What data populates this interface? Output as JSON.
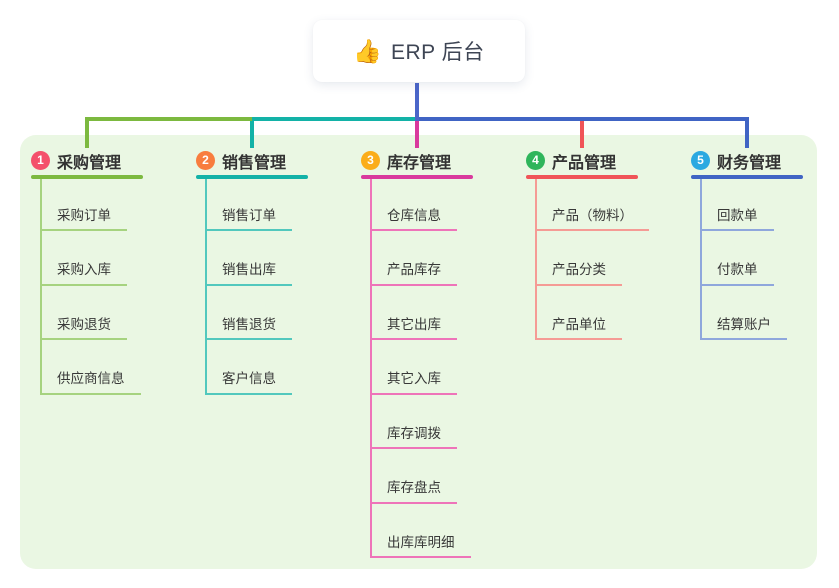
{
  "root": {
    "icon_name": "thumbs-up-icon",
    "icon_glyph": "👍",
    "label": "ERP 后台",
    "connector_color": "#4b66c9"
  },
  "panel": {
    "bg": "#eaf7e3"
  },
  "canvas_bg": "#ffffff",
  "branches": [
    {
      "num": "1",
      "title": "采购管理",
      "badge_color": "#f4506b",
      "accent": "#7cb93f",
      "light": "#a6d37f",
      "children": [
        "采购订单",
        "采购入库",
        "采购退货",
        "供应商信息"
      ]
    },
    {
      "num": "2",
      "title": "销售管理",
      "badge_color": "#f87d3e",
      "accent": "#13b2a7",
      "light": "#52c8bd",
      "children": [
        "销售订单",
        "销售出库",
        "销售退货",
        "客户信息"
      ]
    },
    {
      "num": "3",
      "title": "库存管理",
      "badge_color": "#fbad19",
      "accent": "#d93a9d",
      "light": "#ee74b9",
      "children": [
        "仓库信息",
        "产品库存",
        "其它出库",
        "其它入库",
        "库存调拨",
        "库存盘点",
        "出库库明细"
      ]
    },
    {
      "num": "4",
      "title": "产品管理",
      "badge_color": "#2fb55b",
      "accent": "#f05458",
      "light": "#f59b95",
      "children": [
        "产品（物料）",
        "产品分类",
        "产品单位"
      ]
    },
    {
      "num": "5",
      "title": "财务管理",
      "badge_color": "#2ba9e1",
      "accent": "#4064c4",
      "light": "#8fa7dc",
      "children": [
        "回款单",
        "付款单",
        "结算账户"
      ]
    }
  ]
}
